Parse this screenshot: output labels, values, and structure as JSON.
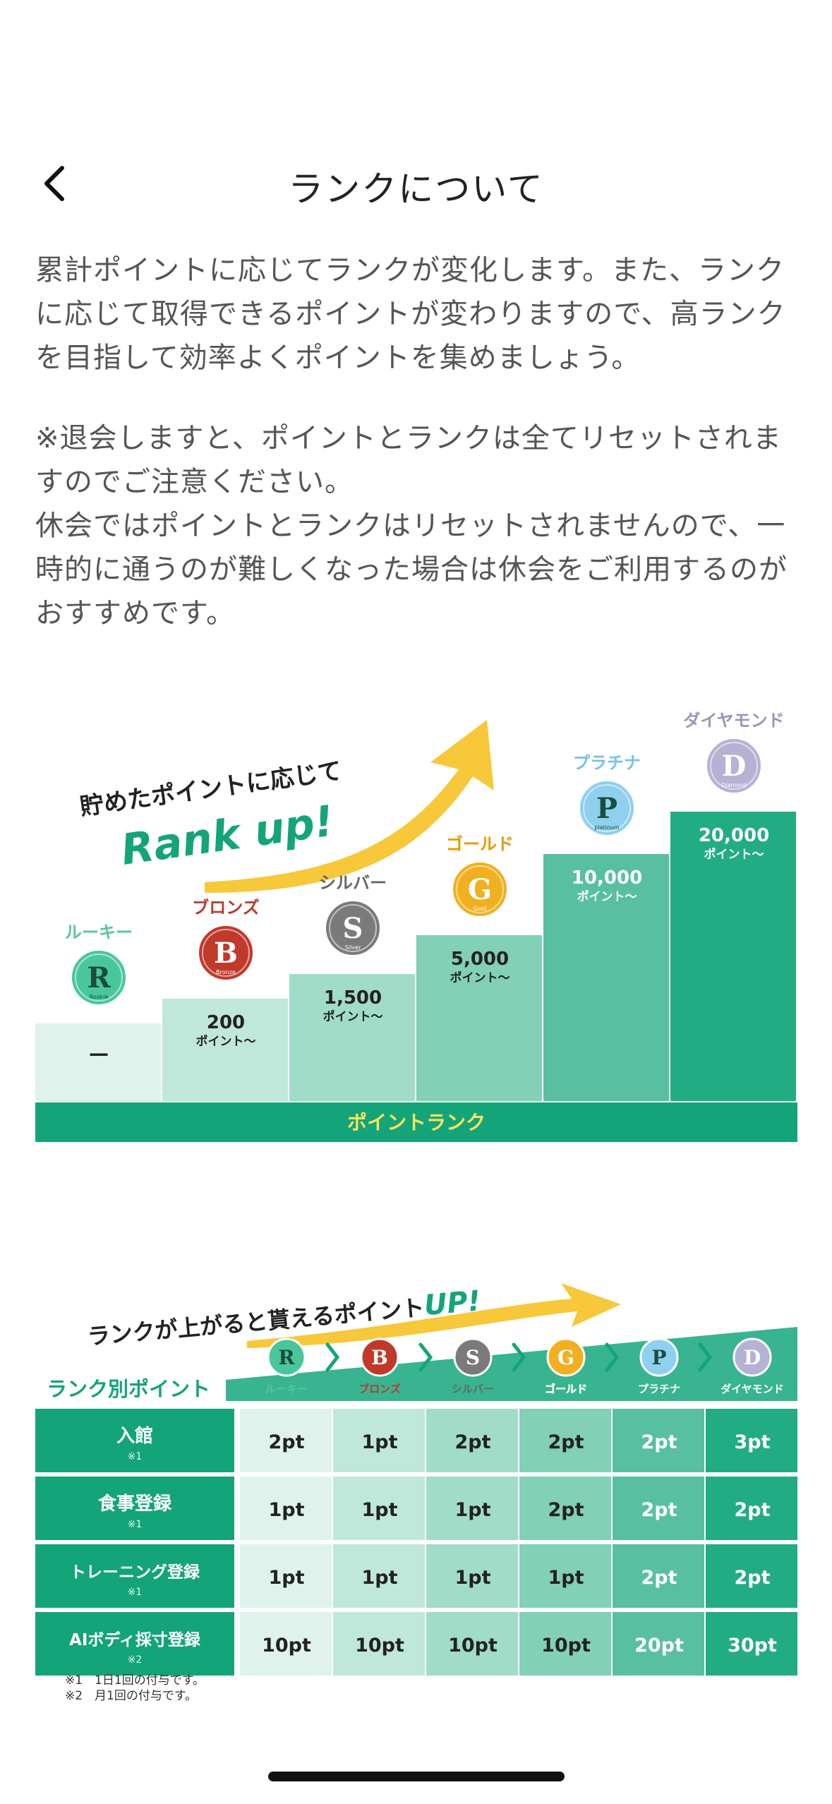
{
  "header": {
    "title": "ランクについて"
  },
  "intro": {
    "p1": "累計ポイントに応じてランクが変化します。また、ランクに応じて取得できるポイントが変わりますので、高ランクを目指して効率よくポイントを集めましょう。",
    "p2": "※退会しますと、ポイントとランクは全てリセットされますのでご注意ください。\n休会ではポイントとランクはリセットされませんので、一時的に通うのが難しくなった場合は休会をご利用するのがおすすめです。"
  },
  "rank_chart": {
    "headline_line1": "貯めたポイントに応じて",
    "headline_line2": "Rank up!",
    "footer": "ポイントランク",
    "unit": "ポイント〜",
    "ranks": [
      {
        "name": "ルーキー",
        "letter": "R",
        "sub": "Rookie",
        "points": "—",
        "color": "#49c79a",
        "label_color": "#58c5a0"
      },
      {
        "name": "ブロンズ",
        "letter": "B",
        "sub": "Bronze",
        "points": "200",
        "color": "#c0392b",
        "label_color": "#b83a2e"
      },
      {
        "name": "シルバー",
        "letter": "S",
        "sub": "Silver",
        "points": "1,500",
        "color": "#7a7a7a",
        "label_color": "#666666"
      },
      {
        "name": "ゴールド",
        "letter": "G",
        "sub": "Gold",
        "points": "5,000",
        "color": "#f0b020",
        "label_color": "#e59a00"
      },
      {
        "name": "プラチナ",
        "letter": "P",
        "sub": "platinum",
        "points": "10,000",
        "color": "#8ed0ee",
        "label_color": "#76c2e2"
      },
      {
        "name": "ダイヤモンド",
        "letter": "D",
        "sub": "Diamond",
        "points": "20,000",
        "color": "#b6b2d4",
        "label_color": "#9a95b8"
      }
    ]
  },
  "rank_table": {
    "headline_prefix": "ランクが上がると貰えるポイント",
    "headline_up": "UP!",
    "corner_label": "ランク別ポイント",
    "rows": [
      {
        "label": "入館",
        "note": "※1",
        "values": [
          "2pt",
          "1pt",
          "2pt",
          "2pt",
          "2pt",
          "3pt"
        ]
      },
      {
        "label": "食事登録",
        "note": "※1",
        "values": [
          "1pt",
          "1pt",
          "1pt",
          "2pt",
          "2pt",
          "2pt"
        ]
      },
      {
        "label": "トレーニング登録",
        "note": "※1",
        "values": [
          "1pt",
          "1pt",
          "1pt",
          "1pt",
          "2pt",
          "2pt"
        ]
      },
      {
        "label": "AIボディ採寸登録",
        "note": "※2",
        "values": [
          "10pt",
          "10pt",
          "10pt",
          "10pt",
          "20pt",
          "30pt"
        ]
      }
    ],
    "notes": [
      "※1　1日1回の付与です。",
      "※2　月1回の付与です。"
    ]
  },
  "colors": {
    "brand_green": "#14a47a",
    "arrow_yellow": "#f6c83a",
    "step_colors": [
      "#dff3ec",
      "#bfe8db",
      "#a1dcc9",
      "#82d0b6",
      "#58c0a0",
      "#22ac84"
    ]
  }
}
